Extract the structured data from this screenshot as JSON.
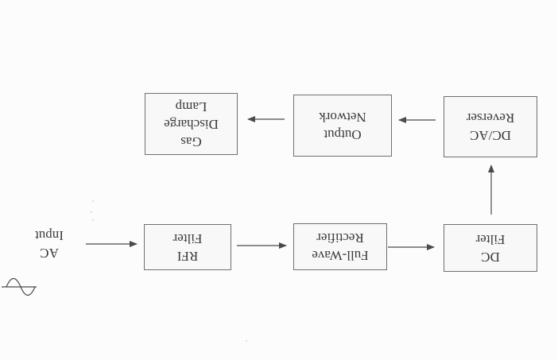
{
  "diagram": {
    "input_label": {
      "line1": "AC",
      "line2": "Input"
    },
    "blocks": {
      "rfi_filter": {
        "line1": "RFI",
        "line2": "Filter"
      },
      "rectifier": {
        "line1": "Full-Wave",
        "line2": "Rectifier"
      },
      "dc_filter": {
        "line1": "DC",
        "line2": "Filter"
      },
      "reverser": {
        "line1": "DC/AC",
        "line2": "Reverser"
      },
      "output_network": {
        "line1": "Output",
        "line2": "Network"
      },
      "lamp": {
        "line1": "Gas",
        "line2": "Discharge",
        "line3": "Lamp"
      }
    },
    "ac_symbol_icon": "sine-wave-icon",
    "colors": {
      "ink": "#3a3a3a",
      "border": "#6f6f6f",
      "paper": "#fcfcfc"
    }
  }
}
